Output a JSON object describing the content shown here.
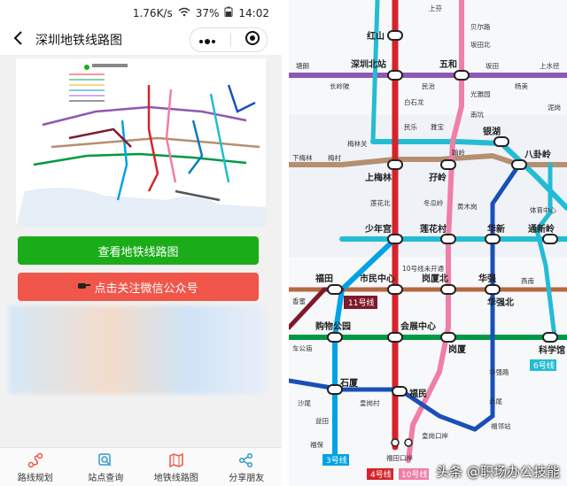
{
  "status": {
    "speed": "1.76K/s",
    "battery": "37%",
    "time": "14:02"
  },
  "header": {
    "title": "深圳地铁线路图"
  },
  "buttons": {
    "view_map": "查看地铁线路图",
    "follow": "点击关注微信公众号"
  },
  "tabs": [
    {
      "label": "路线规划",
      "icon": "route-icon"
    },
    {
      "label": "站点查询",
      "icon": "search-icon"
    },
    {
      "label": "地铁线路图",
      "icon": "map-icon"
    },
    {
      "label": "分享朋友",
      "icon": "share-icon"
    }
  ],
  "stations": {
    "shangshui": "上芬",
    "beiyanlu": "贝尔路",
    "hongshan": "红山",
    "bantianbei": "坂田北",
    "tanglang": "塘朗",
    "szbeizhan": "深圳北站",
    "wuhe": "五和",
    "bantian": "坂田",
    "shangshuijing": "上水径",
    "changlingpi": "长岭陂",
    "minle": "民治",
    "guangyaguan": "光雅园",
    "yangmei": "杨美",
    "baishilong": "白石龙",
    "minkang": "民乐",
    "yabao": "雅宝",
    "nankeng": "南坑",
    "nilingbei": "泥岗",
    "meilinguan": "梅林关",
    "bantanglu": "翰岭",
    "yinhu": "银湖",
    "xiameilin": "下梅林",
    "meicun": "梅村",
    "bagualing": "八卦岭",
    "shangmeilin": "上梅林",
    "zhuzilin": "孖岭",
    "lianhua": "莲花北",
    "huangmugang": "黄木岗",
    "zhongkang": "冬瓜岭",
    "tiyu": "体育中心",
    "shaoniangong": "少年宫",
    "lianhuacun": "莲花村",
    "huaxin": "华新",
    "tongxinling": "通新岭",
    "l10_note": "10号线未开通",
    "futian": "福田",
    "shiminzhongxin": "市民中心",
    "gangxiabei": "岗厦北",
    "huaqiang": "华强",
    "yanmu": "燕南",
    "xiangmei": "香蜜",
    "l11": "11号线",
    "huaqiangbei": "华强北",
    "gouwugongyuan": "购物公园",
    "huizhanzhongxin": "会展中心",
    "kexueguan": "科学馆",
    "chegongmiao": "车公庙",
    "gangxia": "岗厦",
    "l6": "6号线",
    "huaqianglu": "华强路",
    "shixia": "石厦",
    "futianbaoshui": "福民",
    "shazui": "沙尾",
    "huanggangcun": "皇岗村",
    "chigang": "赤尾",
    "yiti": "益田",
    "furong": "福邻站",
    "fufeng": "福保",
    "huanggangkouan": "皇岗口岸",
    "futiankouan": "福田口岸",
    "l3": "3号线",
    "l4": "4号线",
    "l10": "10号线"
  },
  "watermark": "头条 @职场办公技能",
  "colors": {
    "green": "#1aad19",
    "red": "#f0564a",
    "line4": "#d6232b",
    "line10": "#ef7fa6",
    "line5": "#8e58b4",
    "line3": "#00a2e5",
    "line11": "#80192c",
    "line1": "#009943",
    "line2": "#b58f70",
    "line9": "#a9996f",
    "line7": "#1950b8",
    "line6": "#24bcd4",
    "line14": "#ccc"
  }
}
